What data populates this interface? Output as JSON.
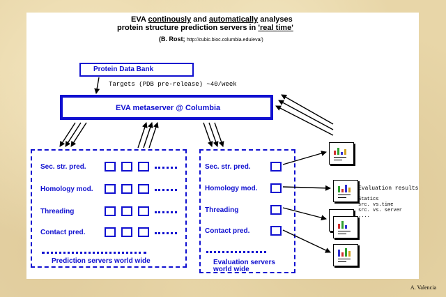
{
  "title": {
    "pre": "EVA",
    "w1": "continously",
    "and": "and",
    "w2": "automatically",
    "post": "analyses",
    "line2_pre": "protein structure prediction servers in",
    "line2_emph": "'real time'",
    "ref_name": "(B. Rost;",
    "ref_url": "http://cubic.bioc.columbia.edu/eva/)"
  },
  "pdb": {
    "label": "Protein Data Bank"
  },
  "targets": {
    "label": "Targets (PDB pre-release) ~40/week"
  },
  "metaserver": {
    "label": "EVA metaserver @ Columbia"
  },
  "prediction": {
    "rows": [
      "Sec. str. pred.",
      "Homology mod.",
      "Threading",
      "Contact pred."
    ],
    "footer": "Prediction servers world wide"
  },
  "evaluation": {
    "rows": [
      "Sec. str. pred.",
      "Homology mod.",
      "Threading",
      "Contact pred."
    ],
    "footer_l1": "Evaluation servers",
    "footer_l2": "world wide"
  },
  "results": {
    "title": "Evaluation results",
    "lines": [
      "Statics",
      "src. vs.time",
      "src. vs. server",
      "...."
    ]
  },
  "colors": {
    "blue": "#1010d0",
    "background": "#e8d6a8"
  },
  "credit": "A. Valencia"
}
